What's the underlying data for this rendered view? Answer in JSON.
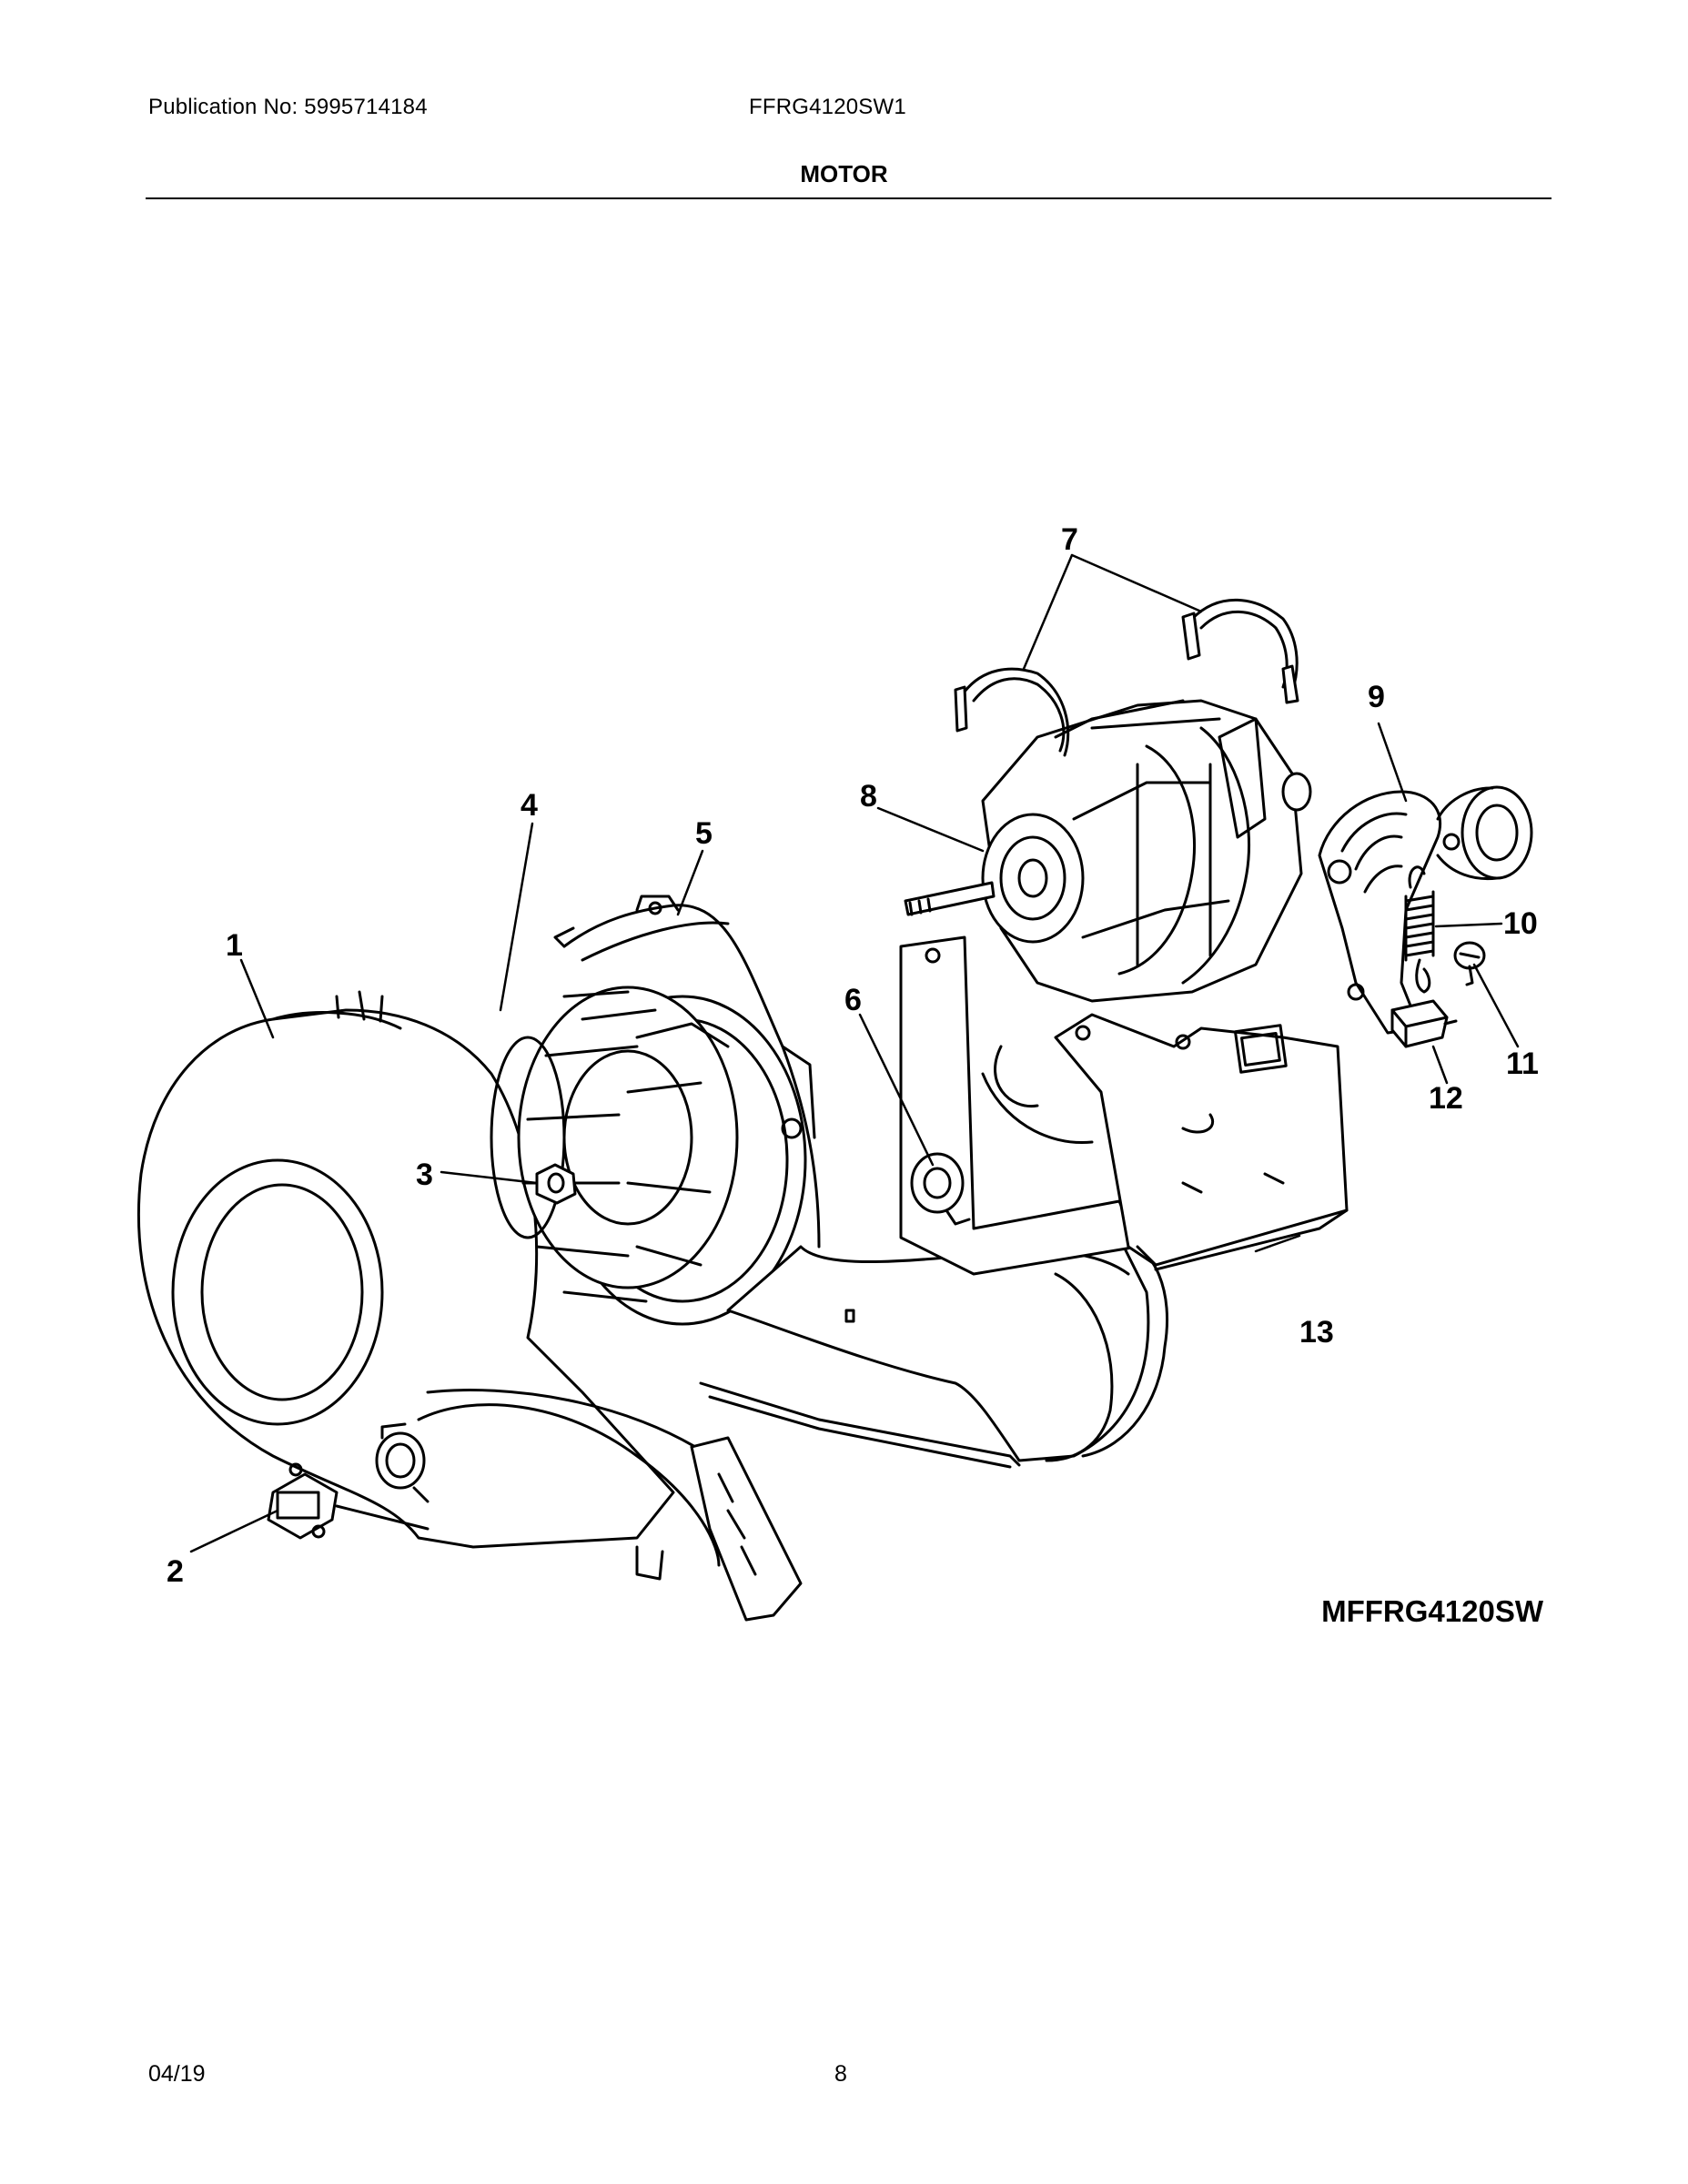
{
  "header": {
    "publication": "Publication No: 5995714184",
    "model": "FFRG4120SW1",
    "section": "MOTOR"
  },
  "callouts": [
    "1",
    "2",
    "3",
    "4",
    "5",
    "6",
    "7",
    "8",
    "9",
    "10",
    "11",
    "12",
    "13"
  ],
  "diagram_code": "MFFRG4120SW",
  "footer": {
    "date": "04/19",
    "page": "8"
  }
}
